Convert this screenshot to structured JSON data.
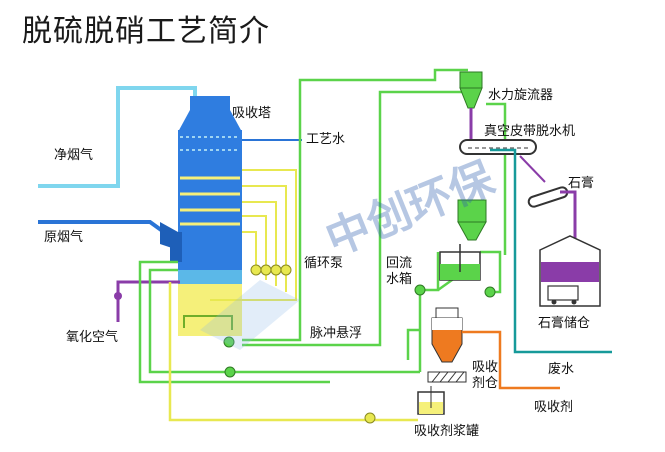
{
  "title": "脱硫脱硝工艺简介",
  "watermark": "中创环保",
  "labels": {
    "absorber_tower": "吸收塔",
    "process_water": "工艺水",
    "clean_flue_gas": "净烟气",
    "raw_flue_gas": "原烟气",
    "circulation_pump": "循环泵",
    "oxidation_air": "氧化空气",
    "pulse_suspension": "脉冲悬浮",
    "hydrocyclone": "水力旋流器",
    "vacuum_belt_dewatering": "真空皮带脱水机",
    "gypsum": "石膏",
    "return_water_tank_1": "回流",
    "return_water_tank_2": "水箱",
    "gypsum_silo": "石膏储仓",
    "waste_water": "废水",
    "absorbent_silo_1": "吸收",
    "absorbent_silo_2": "剂仓",
    "absorbent": "吸收剂",
    "absorbent_slurry_tank": "吸收剂浆罐"
  },
  "colors": {
    "tower_blue": "#2f7de0",
    "tower_dark": "#1e5fb8",
    "slurry_yellow": "#f5f07a",
    "pipe_green": "#5bd34a",
    "pipe_yellow": "#e8e850",
    "pipe_cyan": "#7fd6ee",
    "pipe_blue": "#2a74d6",
    "pipe_purple": "#8a3ca8",
    "pipe_orange": "#ee7a20",
    "pipe_teal": "#169a9a",
    "watermark": "#2f5fb0"
  }
}
